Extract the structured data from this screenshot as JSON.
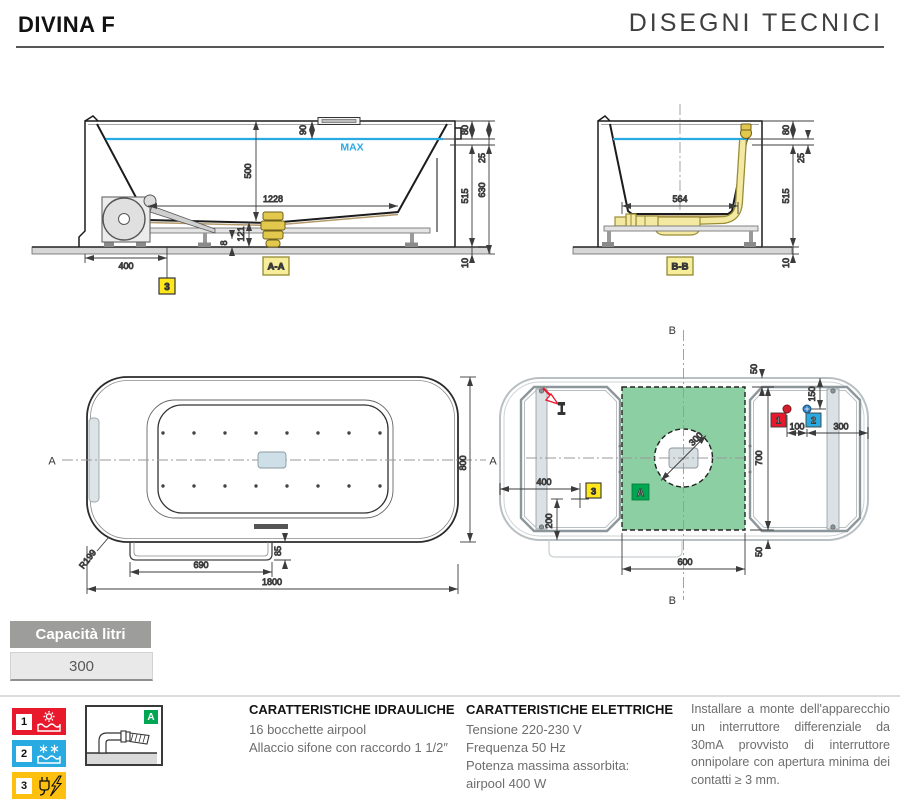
{
  "header": {
    "product": "DIVINA F",
    "page_title": "DISEGNI TECNICI"
  },
  "colors": {
    "water_line": "#29abe2",
    "hot": "#e8192c",
    "cold": "#29abe2",
    "power": "#fdc00f",
    "install_area_green": "#8ccfa2",
    "area_badge_green": "#00a651",
    "section_badge_yellow": "#f6ee9a",
    "marker_yellow": "#ffe71c",
    "capacity_gray": "#9d9d9c"
  },
  "sections": {
    "aa": {
      "badge": "A-A",
      "max": "MAX",
      "marker": "3",
      "dims": {
        "d90": "90",
        "d500": "500",
        "d1228": "1228",
        "d121": "121",
        "d8": "8",
        "d400": "400",
        "d80": "80",
        "d25": "25",
        "d515": "515",
        "d630": "630",
        "d10": "10"
      }
    },
    "bb": {
      "badge": "B-B",
      "dims": {
        "d564": "564",
        "d80": "80",
        "d25": "25",
        "d515": "515",
        "d10": "10"
      }
    },
    "plan": {
      "section_letter": "A",
      "dims": {
        "d800": "800",
        "d1800": "1800",
        "d690": "690",
        "d85": "85",
        "r": "R199"
      }
    },
    "install": {
      "section_letter": "B",
      "area_badge": "A",
      "marker_hot": "1",
      "marker_cold": "2",
      "marker_power": "3",
      "dims": {
        "d50_top": "50",
        "d150": "150",
        "d100": "100",
        "d300_right": "300",
        "d700": "700",
        "d50_bottom": "50",
        "d600": "600",
        "d400": "400",
        "d200": "200",
        "d300_circle": "300"
      }
    }
  },
  "capacity": {
    "label": "Capacità litri",
    "value": "300"
  },
  "legend": {
    "items": [
      {
        "num": "1",
        "icon": "hot-water-icon"
      },
      {
        "num": "2",
        "icon": "cold-water-icon"
      },
      {
        "num": "3",
        "icon": "electric-icon"
      }
    ],
    "detail_badge": "A"
  },
  "hydraulic": {
    "title": "CARATTERISTICHE IDRAULICHE",
    "lines": [
      "16 bocchette airpool",
      "Allaccio sifone con raccordo 1 1/2″"
    ]
  },
  "electric": {
    "title": "CARATTERISTICHE ELETTRICHE",
    "lines": [
      "Tensione 220-230 V",
      "Frequenza 50 Hz",
      "Potenza massima assorbita:",
      "airpool 400 W"
    ]
  },
  "note": {
    "text": "Installare a monte dell'apparecchio un interruttore differenziale da 30mA provvisto di interruttore onnipolare con apertura minima dei contatti ≥ 3 mm."
  }
}
